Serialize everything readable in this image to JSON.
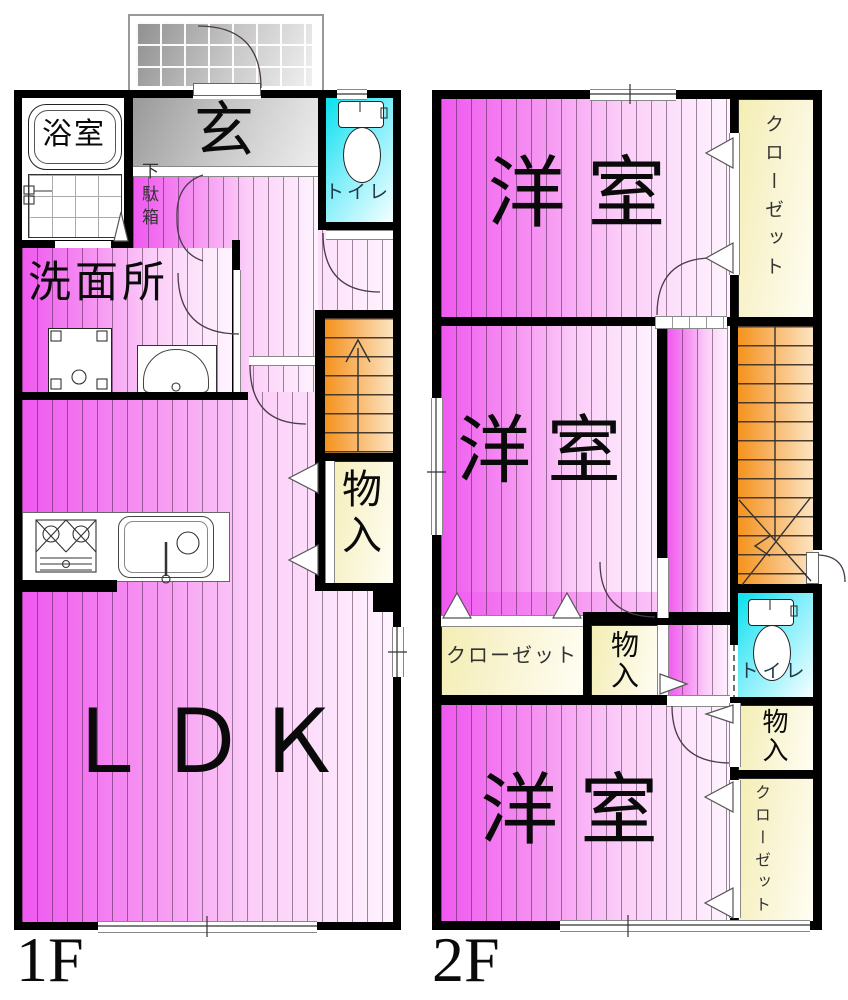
{
  "plan1": {
    "floor_label": "1F",
    "bath": "浴室",
    "entrance": "玄",
    "shoe_cabinet": "下駄箱",
    "toilet": "トイレ",
    "washroom": "洗面所",
    "storage": "物入",
    "ldk": "ＬＤＫ"
  },
  "plan2": {
    "floor_label": "2F",
    "room_top": "洋室",
    "room_mid": "洋室",
    "room_bottom": "洋室",
    "closet_top": "クローゼット",
    "closet_mid": "クローゼット",
    "closet_bottom": "クローゼット",
    "storage_mid": "物入",
    "storage_right": "物入",
    "toilet": "トイレ"
  },
  "colors": {
    "floor_pink": "#ef58f0",
    "stairs_orange": "#f5921c",
    "toilet_cyan": "#14e2ee",
    "closet_cream": "#f4eeb4",
    "entrance_gray": "#999999",
    "wall_black": "#000000"
  }
}
